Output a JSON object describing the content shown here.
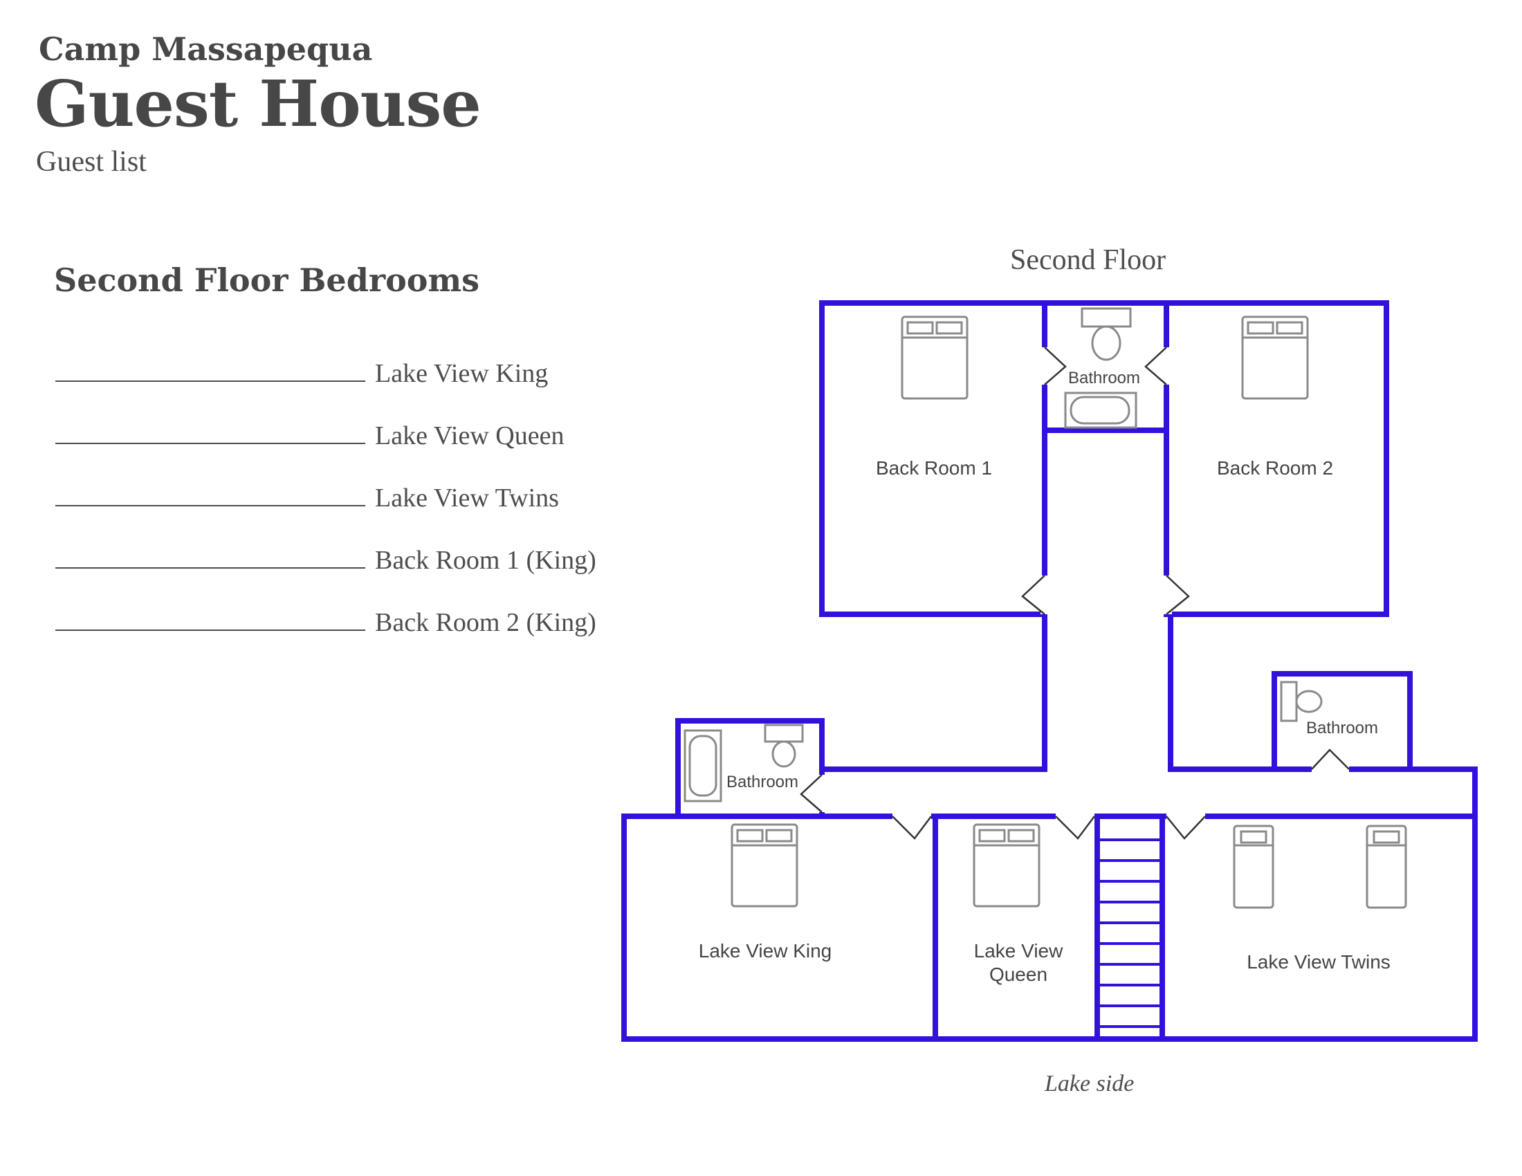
{
  "header": {
    "camp_name": "Camp Massapequa",
    "title": "Guest House",
    "subtitle": "Guest list"
  },
  "guest_list": {
    "heading": "Second Floor Bedrooms",
    "rows": [
      {
        "room": "Lake View King"
      },
      {
        "room": "Lake View Queen"
      },
      {
        "room": "Lake View Twins"
      },
      {
        "room": "Back Room 1 (King)"
      },
      {
        "room": "Back Room 2 (King)"
      }
    ]
  },
  "floor_plan": {
    "title": "Second Floor",
    "footer": "Lake side",
    "wall_color": "#3311dd",
    "rooms": {
      "back_room_1": "Back Room 1",
      "back_room_2": "Back Room 2",
      "top_bathroom": "Bathroom",
      "right_bathroom": "Bathroom",
      "left_bathroom": "Bathroom",
      "lake_view_king": "Lake View King",
      "lake_view_queen_line1": "Lake View",
      "lake_view_queen_line2": "Queen",
      "lake_view_twins": "Lake View Twins"
    }
  }
}
